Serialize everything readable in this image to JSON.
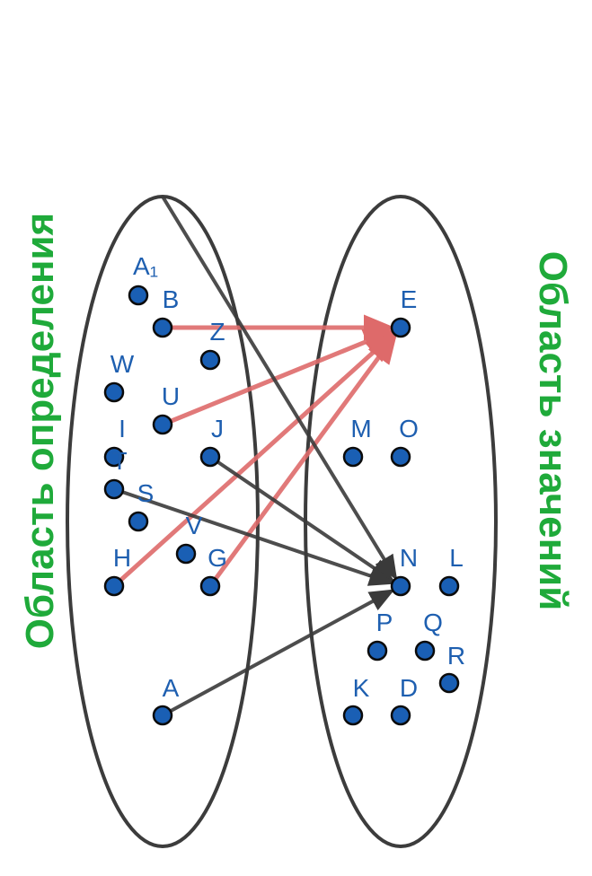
{
  "labels": {
    "domain": "Область определения",
    "range": "Область значений"
  },
  "colors": {
    "point_fill": "#1a5fb4",
    "point_stroke": "#0b0b0b",
    "label_text": "#1e5fb0",
    "side_label": "#1faa3a",
    "ellipse_stroke": "#3c3c3c",
    "arrow_black": "#3a3a3a",
    "arrow_red": "#de6a6a"
  },
  "points": [
    {
      "id": "A1",
      "label": "A₁"
    },
    {
      "id": "B",
      "label": "B"
    },
    {
      "id": "Z",
      "label": "Z"
    },
    {
      "id": "W",
      "label": "W"
    },
    {
      "id": "U",
      "label": "U"
    },
    {
      "id": "I",
      "label": "I"
    },
    {
      "id": "J",
      "label": "J"
    },
    {
      "id": "T",
      "label": "T"
    },
    {
      "id": "S",
      "label": "S"
    },
    {
      "id": "V",
      "label": "V"
    },
    {
      "id": "H",
      "label": "H"
    },
    {
      "id": "G",
      "label": "G"
    },
    {
      "id": "A",
      "label": "A"
    },
    {
      "id": "E",
      "label": "E"
    },
    {
      "id": "M",
      "label": "M"
    },
    {
      "id": "O",
      "label": "O"
    },
    {
      "id": "N",
      "label": "N"
    },
    {
      "id": "L",
      "label": "L"
    },
    {
      "id": "P",
      "label": "P"
    },
    {
      "id": "Q",
      "label": "Q"
    },
    {
      "id": "R",
      "label": "R"
    },
    {
      "id": "K",
      "label": "K"
    },
    {
      "id": "D",
      "label": "D"
    }
  ],
  "mappings": [
    {
      "from": "B",
      "to": "E",
      "color": "red"
    },
    {
      "from": "U",
      "to": "E",
      "color": "red"
    },
    {
      "from": "H",
      "to": "E",
      "color": "red"
    },
    {
      "from": "G",
      "to": "E",
      "color": "red"
    },
    {
      "from": "J",
      "to": "N",
      "color": "black"
    },
    {
      "from": "T",
      "to": "N",
      "color": "black"
    },
    {
      "from": "A",
      "to": "N",
      "color": "black"
    },
    {
      "from": "A1_top",
      "to": "N",
      "color": "black"
    }
  ]
}
